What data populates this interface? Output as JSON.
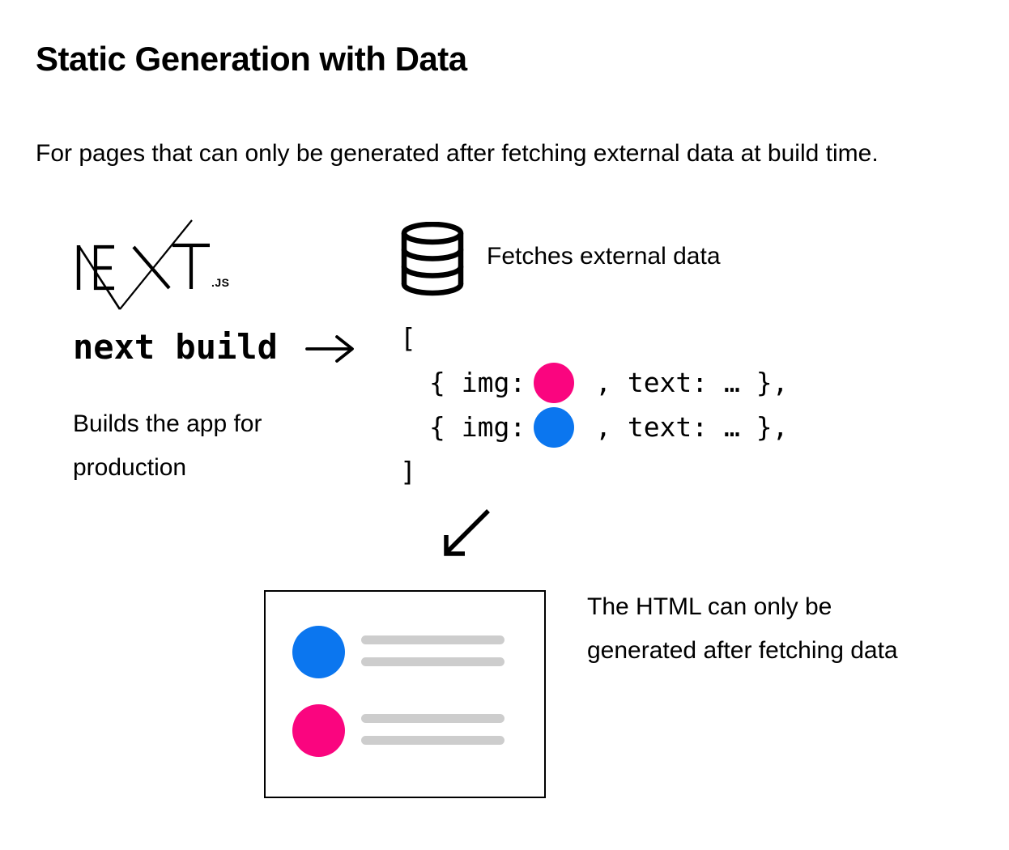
{
  "header": {
    "title": "Static Generation with Data",
    "subtitle": "For pages that can only be generated after fetching external data at build time."
  },
  "colors": {
    "pink": "#fa057f",
    "blue": "#0b76ef",
    "gray_bar": "#cdcdcd",
    "ink": "#000000"
  },
  "build_side": {
    "logo_word": "NEXT",
    "logo_suffix": ".JS",
    "command": "next build",
    "caption": [
      "Builds the app for",
      "production"
    ]
  },
  "fetch_side": {
    "db_label": "Fetches external data",
    "code": {
      "open_bracket": "[",
      "close_bracket": "]",
      "lines": [
        {
          "prefix": "{ img:",
          "img_color": "pink",
          "suffix": " , text: … },"
        },
        {
          "prefix": "{ img:",
          "img_color": "blue",
          "suffix": " , text: … },"
        }
      ]
    }
  },
  "result_side": {
    "note": [
      "The HTML can only be",
      "generated after fetching data"
    ],
    "preview": {
      "rows": [
        {
          "avatar_color": "blue",
          "bar_count": 2
        },
        {
          "avatar_color": "pink",
          "bar_count": 2
        }
      ]
    }
  }
}
